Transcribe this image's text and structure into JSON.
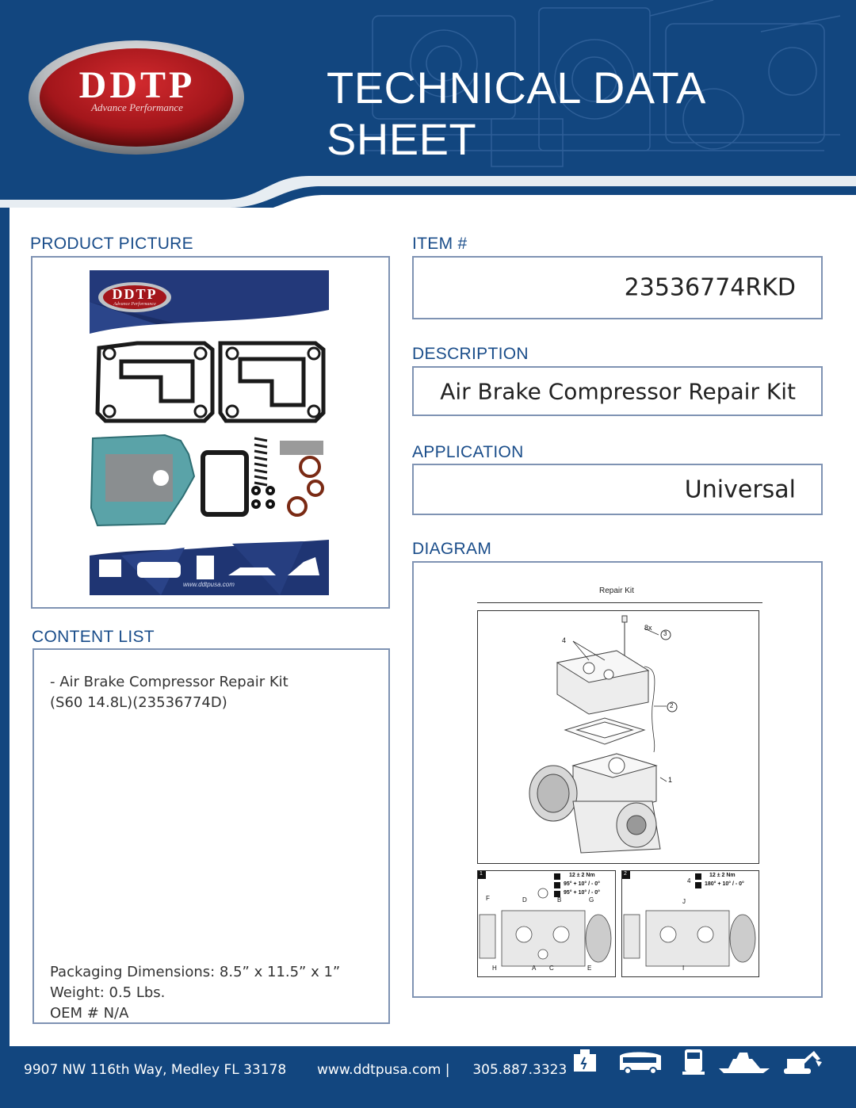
{
  "header": {
    "title": "TECHNICAL DATA SHEET",
    "logo_text": "DDTP",
    "logo_tagline": "Advance Performance"
  },
  "sections": {
    "product_picture_label": "PRODUCT PICTURE",
    "item_label": "ITEM #",
    "item_value": "23536774RKD",
    "description_label": "DESCRIPTION",
    "description_value": "Air Brake Compressor Repair Kit",
    "application_label": "APPLICATION",
    "application_value": "Universal",
    "diagram_label": "DIAGRAM",
    "content_list_label": "CONTENT LIST"
  },
  "product_bag": {
    "logo_text": "DDTP",
    "logo_tagline": "Advance Performance",
    "url": "www.ddtpusa.com"
  },
  "content_list": {
    "item_line1": "- Air Brake Compressor Repair Kit",
    "item_line2": "(S60 14.8L)(23536774D)",
    "packaging": "Packaging Dimensions: 8.5” x 11.5” x 1”",
    "weight": "Weight: 0.5 Lbs.",
    "oem": "OEM # N/A"
  },
  "diagram": {
    "title": "Repair Kit",
    "qty": "8x",
    "callouts": [
      "1",
      "2",
      "3",
      "4"
    ],
    "panel1_num": "1",
    "panel2_num": "2",
    "torque1": "12 ± 2 Nm",
    "angle1a": "95° + 10° / - 0°",
    "angle1b": "95° + 10° / - 0°",
    "torque2": "12 ± 2 Nm",
    "angle2": "180° + 10° / - 0°",
    "letters1": [
      "F",
      "D",
      "B",
      "G",
      "H",
      "A",
      "C",
      "E"
    ],
    "letters2": [
      "J",
      "I"
    ]
  },
  "footer": {
    "address": "9907 NW 116th Way, Medley FL 33178",
    "website": "www.ddtpusa.com |",
    "phone": "305.887.3323",
    "icons": [
      "generator-icon",
      "bus-icon",
      "truck-icon",
      "yacht-icon",
      "excavator-icon"
    ]
  },
  "colors": {
    "brand_blue": "#12467f",
    "label_blue": "#1a4d8a",
    "logo_red": "#a3161b",
    "box_border": "#7f93b3"
  }
}
